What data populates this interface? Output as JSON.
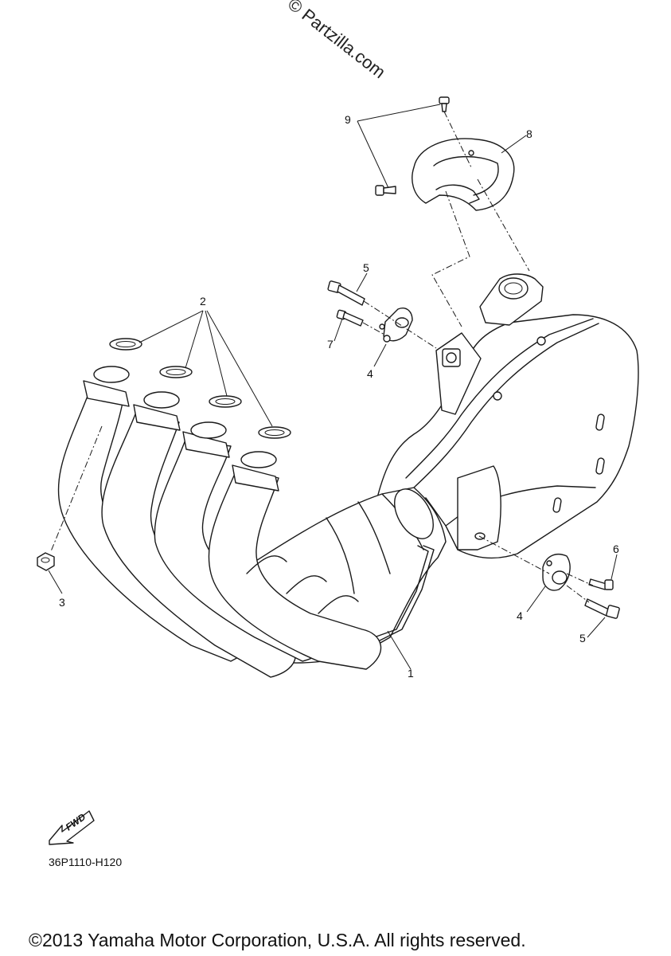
{
  "watermark": "© Partzilla.com",
  "callouts": {
    "c1": "1",
    "c2": "2",
    "c3": "3",
    "c4a": "4",
    "c4b": "4",
    "c5a": "5",
    "c5b": "5",
    "c6": "6",
    "c7": "7",
    "c8": "8",
    "c9": "9"
  },
  "fwd_label": "FWD",
  "diagram_code": "36P1110-H120",
  "copyright": "©2013 Yamaha Motor Corporation, U.S.A. All rights reserved."
}
